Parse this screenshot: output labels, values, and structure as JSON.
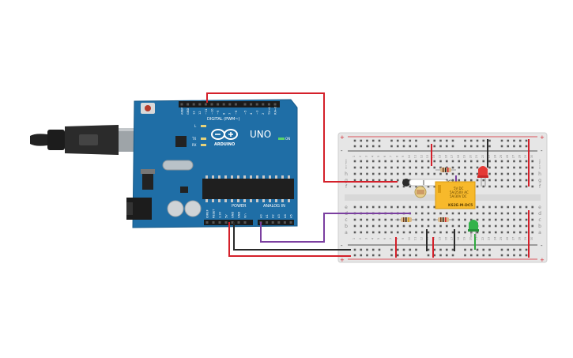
{
  "arduino": {
    "brand": "ARDUINO",
    "model": "UNO",
    "digital_label": "DIGITAL (PWM~)",
    "power_label": "POWER",
    "analog_label": "ANALOG IN",
    "led_l": "L",
    "led_tx": "TX",
    "led_rx": "RX",
    "led_on": "ON",
    "top_pins": [
      "AREF",
      "GND",
      "13",
      "12",
      "~11",
      "~10",
      "~9",
      "8",
      "7",
      "~6",
      "~5",
      "4",
      "~3",
      "2",
      "TX→1",
      "RX←0"
    ],
    "power_pins": [
      "IOREF",
      "RESET",
      "3.3V",
      "5V",
      "GND",
      "GND",
      "Vin"
    ],
    "analog_pins": [
      "A0",
      "A1",
      "A2",
      "A3",
      "A4",
      "A5"
    ]
  },
  "relay": {
    "lines": [
      "5V DC",
      "5A/250V AC",
      "5A/30V DC"
    ],
    "part": "KS2E-M-DC5"
  },
  "breadboard": {
    "rows_top": [
      "j",
      "i",
      "h",
      "g",
      "f"
    ],
    "rows_bottom": [
      "e",
      "d",
      "c",
      "b",
      "a"
    ],
    "columns": [
      "1",
      "2",
      "3",
      "4",
      "5",
      "6",
      "7",
      "8",
      "9",
      "10",
      "11",
      "12",
      "13",
      "14",
      "15",
      "16",
      "17",
      "18",
      "19",
      "20",
      "21",
      "22",
      "23",
      "24",
      "25",
      "26",
      "27",
      "28",
      "29",
      "30"
    ],
    "rail_plus": "+",
    "rail_minus": "-"
  },
  "colors": {
    "board": "#1f6ea6",
    "wire_red": "#d4202a",
    "wire_black": "#2a2a2a",
    "wire_purple": "#7b3fa0",
    "wire_green": "#2faa3f",
    "led_red": "#e53935",
    "led_green": "#33b24a",
    "relay": "#f7b92b"
  }
}
